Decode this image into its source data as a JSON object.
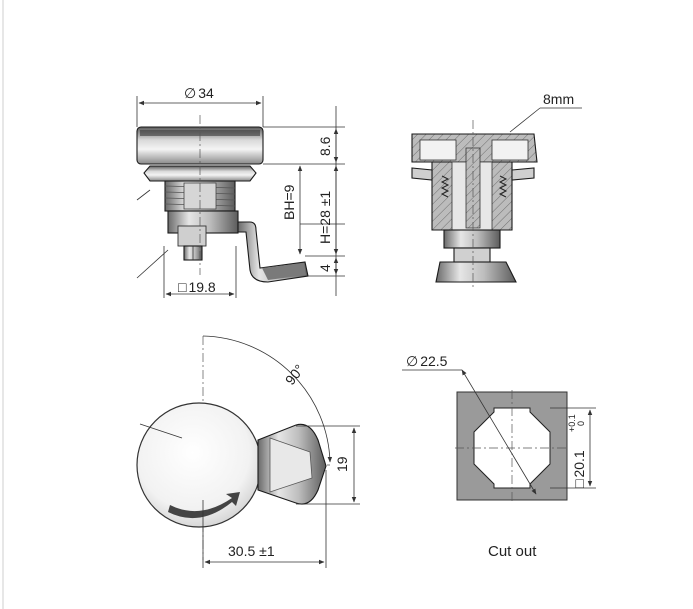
{
  "dimensions": {
    "diameter_34": "34",
    "height_8_6": "8.6",
    "bh_9": "BH=9",
    "h_28": "H=28 ±1",
    "dim_4": "4",
    "square_19_8": "19.8",
    "label_8mm": "8mm",
    "angle_90": "90°",
    "dim_19": "19",
    "dim_30_5": "30.5 ±1",
    "diameter_22_5": "22.5",
    "square_20_1": "20.1",
    "tol_plus": "+0.1",
    "tol_zero": "0"
  },
  "captions": {
    "cut_out": "Cut out"
  },
  "symbols": {
    "diameter": "∅",
    "square": "□"
  }
}
